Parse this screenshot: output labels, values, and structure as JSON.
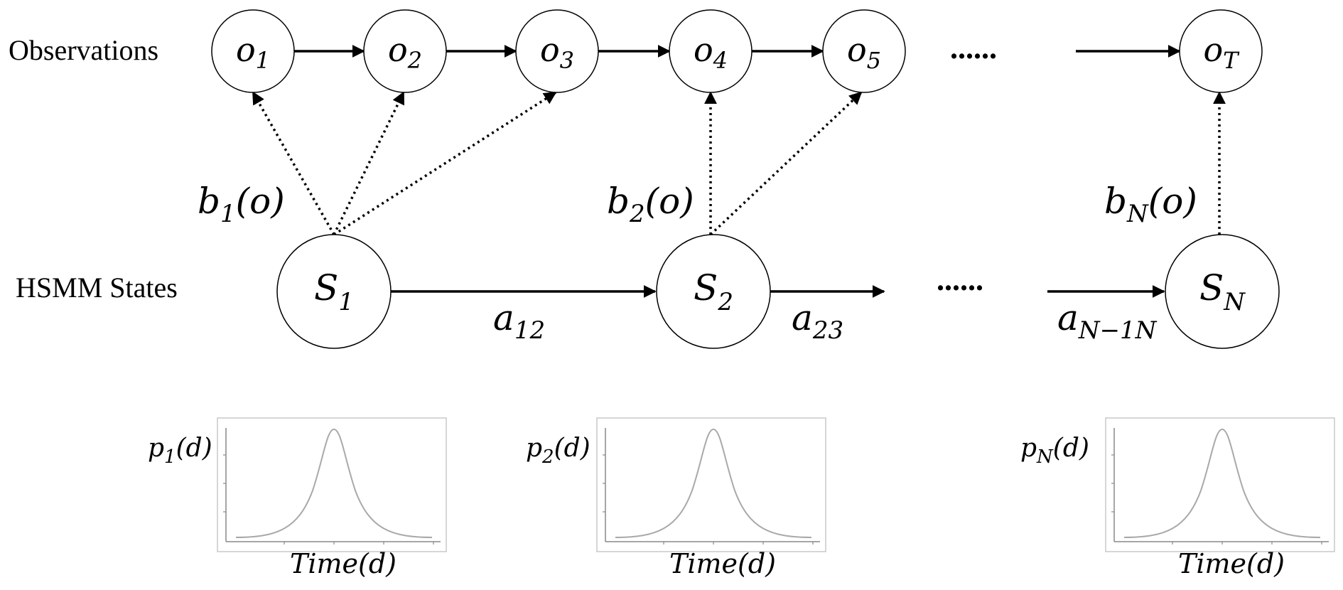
{
  "row_labels": {
    "observations": "Observations",
    "states": "HSMM States"
  },
  "observations": [
    {
      "base": "o",
      "sub": "1"
    },
    {
      "base": "o",
      "sub": "2"
    },
    {
      "base": "o",
      "sub": "3"
    },
    {
      "base": "o",
      "sub": "4"
    },
    {
      "base": "o",
      "sub": "5"
    },
    {
      "base": "o",
      "sub": "T"
    }
  ],
  "states": [
    {
      "base": "S",
      "sub": "1"
    },
    {
      "base": "S",
      "sub": "2"
    },
    {
      "base": "S",
      "sub": "N"
    }
  ],
  "emissions": [
    {
      "base": "b",
      "sub": "1",
      "arg": "(o)"
    },
    {
      "base": "b",
      "sub": "2",
      "arg": "(o)"
    },
    {
      "base": "b",
      "sub": "N",
      "arg": "(o)"
    }
  ],
  "transitions": [
    {
      "base": "a",
      "sub": "12"
    },
    {
      "base": "a",
      "sub": "23"
    },
    {
      "base": "a",
      "sub": "N−1N"
    }
  ],
  "ellipsis": {
    "observations": "......",
    "states": "......"
  },
  "durations": [
    {
      "base": "p",
      "sub": "1",
      "arg": "(d)",
      "xlabel": "Time(d)"
    },
    {
      "base": "p",
      "sub": "2",
      "arg": "(d)",
      "xlabel": "Time(d)"
    },
    {
      "base": "p",
      "sub": "N",
      "arg": "(d)",
      "xlabel": "Time(d)"
    }
  ]
}
